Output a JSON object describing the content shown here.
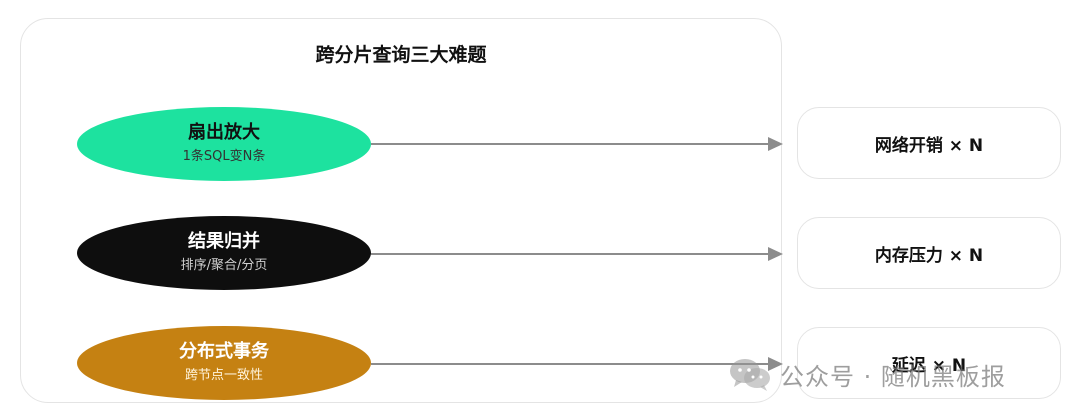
{
  "diagram": {
    "title": "跨分片查询三大难题",
    "problems": [
      {
        "label": "扇出放大",
        "sub": "1条SQL变N条",
        "color": "#1de29f",
        "text_color": "#111111",
        "sub_color": "#333333"
      },
      {
        "label": "结果归并",
        "sub": "排序/聚合/分页",
        "color": "#0e0e0e",
        "text_color": "#ffffff",
        "sub_color": "#d0d0d0"
      },
      {
        "label": "分布式事务",
        "sub": "跨节点一致性",
        "color": "#c58112",
        "text_color": "#ffffff",
        "sub_color": "#fff4dc"
      }
    ],
    "effects": [
      {
        "label": "网络开销 × N"
      },
      {
        "label": "内存压力 × N"
      },
      {
        "label": "延迟 × N"
      }
    ],
    "arrow_color": "#8c8c8c"
  },
  "watermark": {
    "text": "公众号 · 随机黑板报",
    "icon": "wechat-icon"
  }
}
